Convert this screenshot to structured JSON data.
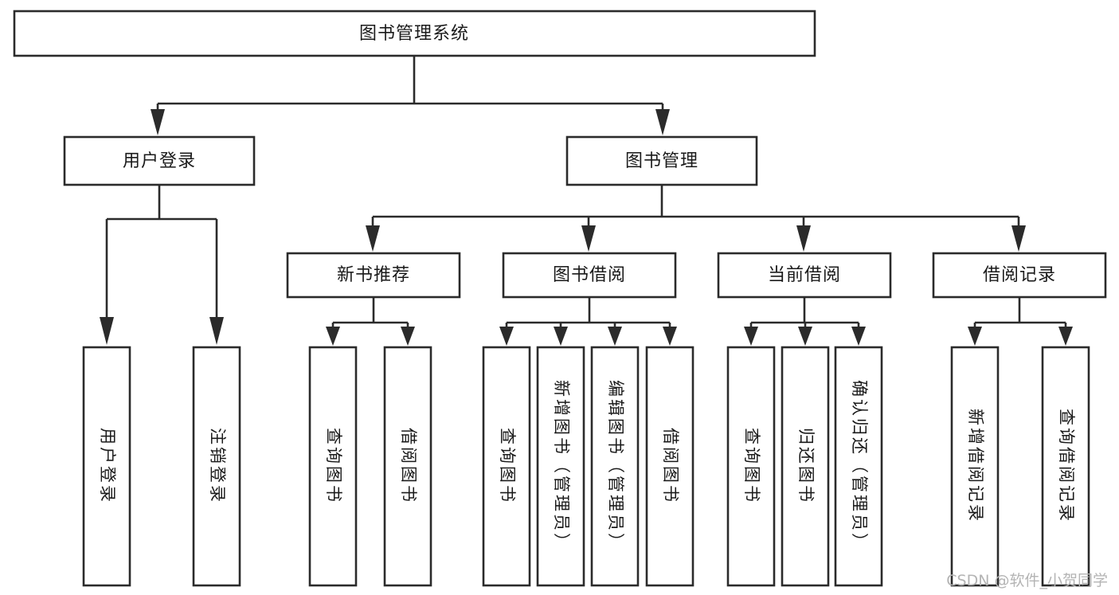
{
  "diagram": {
    "type": "tree-hierarchy-chart",
    "title": "图书管理系统",
    "orientation": "top-down",
    "colors": {
      "box_fill": "#ffffff",
      "box_stroke": "#2b2b2b",
      "text": "#1a1a1a",
      "background": "#ffffff",
      "watermark": "#b4b4b4"
    },
    "levels": 4,
    "root": {
      "label": "图书管理系统",
      "level": 1
    },
    "level2": [
      {
        "id": "user-login",
        "label": "用户登录"
      },
      {
        "id": "book-manage",
        "label": "图书管理"
      }
    ],
    "level3": [
      {
        "id": "new-book-recommend",
        "label": "新书推荐",
        "parent": "book-manage"
      },
      {
        "id": "book-borrow",
        "label": "图书借阅",
        "parent": "book-manage"
      },
      {
        "id": "current-borrow",
        "label": "当前借阅",
        "parent": "book-manage"
      },
      {
        "id": "borrow-record",
        "label": "借阅记录",
        "parent": "book-manage"
      }
    ],
    "leaves": [
      {
        "id": "leaf-user-login",
        "label": "用户登录",
        "parent": "user-login"
      },
      {
        "id": "leaf-logout-login",
        "label": "注销登录",
        "parent": "user-login"
      },
      {
        "id": "leaf-query-book-1",
        "label": "查询图书",
        "parent": "new-book-recommend"
      },
      {
        "id": "leaf-borrow-book-1",
        "label": "借阅图书",
        "parent": "new-book-recommend"
      },
      {
        "id": "leaf-query-book-2",
        "label": "查询图书",
        "parent": "book-borrow"
      },
      {
        "id": "leaf-add-book",
        "label": "新增图书（管理员）",
        "parent": "book-borrow"
      },
      {
        "id": "leaf-edit-book",
        "label": "编辑图书（管理员）",
        "parent": "book-borrow"
      },
      {
        "id": "leaf-borrow-book-2",
        "label": "借阅图书",
        "parent": "book-borrow"
      },
      {
        "id": "leaf-query-book-3",
        "label": "查询图书",
        "parent": "current-borrow"
      },
      {
        "id": "leaf-return-book",
        "label": "归还图书",
        "parent": "current-borrow"
      },
      {
        "id": "leaf-confirm-return",
        "label": "确认归还（管理员）",
        "parent": "current-borrow"
      },
      {
        "id": "leaf-add-borrow-record",
        "label": "新增借阅记录",
        "parent": "borrow-record"
      },
      {
        "id": "leaf-query-borrow-record",
        "label": "查询借阅记录",
        "parent": "borrow-record"
      }
    ]
  },
  "watermark": {
    "text": "CSDN @软件_小贺同学"
  }
}
